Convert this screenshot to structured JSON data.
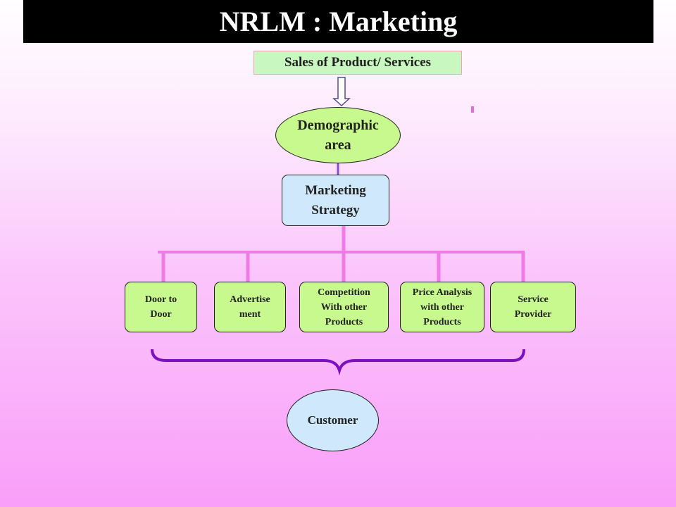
{
  "title": "NRLM : Marketing",
  "nodes": {
    "sales": "Sales of Product/ Services",
    "demographic": "Demographic\narea",
    "strategy": "Marketing\nStrategy",
    "customer": "Customer"
  },
  "channels": [
    {
      "id": "door-to-door",
      "label": "Door to\nDoor"
    },
    {
      "id": "advertisement",
      "label": "Advertise\nment"
    },
    {
      "id": "competition",
      "label": "Competition\nWith other\nProducts"
    },
    {
      "id": "price-analysis",
      "label": "Price Analysis\nwith other\nProducts"
    },
    {
      "id": "service-provider",
      "label": "Service\nProvider"
    }
  ],
  "colors": {
    "title_bg": "#000000",
    "sales_fill": "#c8f7c0",
    "ellipse_fill": "#c8f98e",
    "strategy_fill": "#cfe8fc",
    "connector": "#f07ae6",
    "brace": "#7a10c0"
  }
}
